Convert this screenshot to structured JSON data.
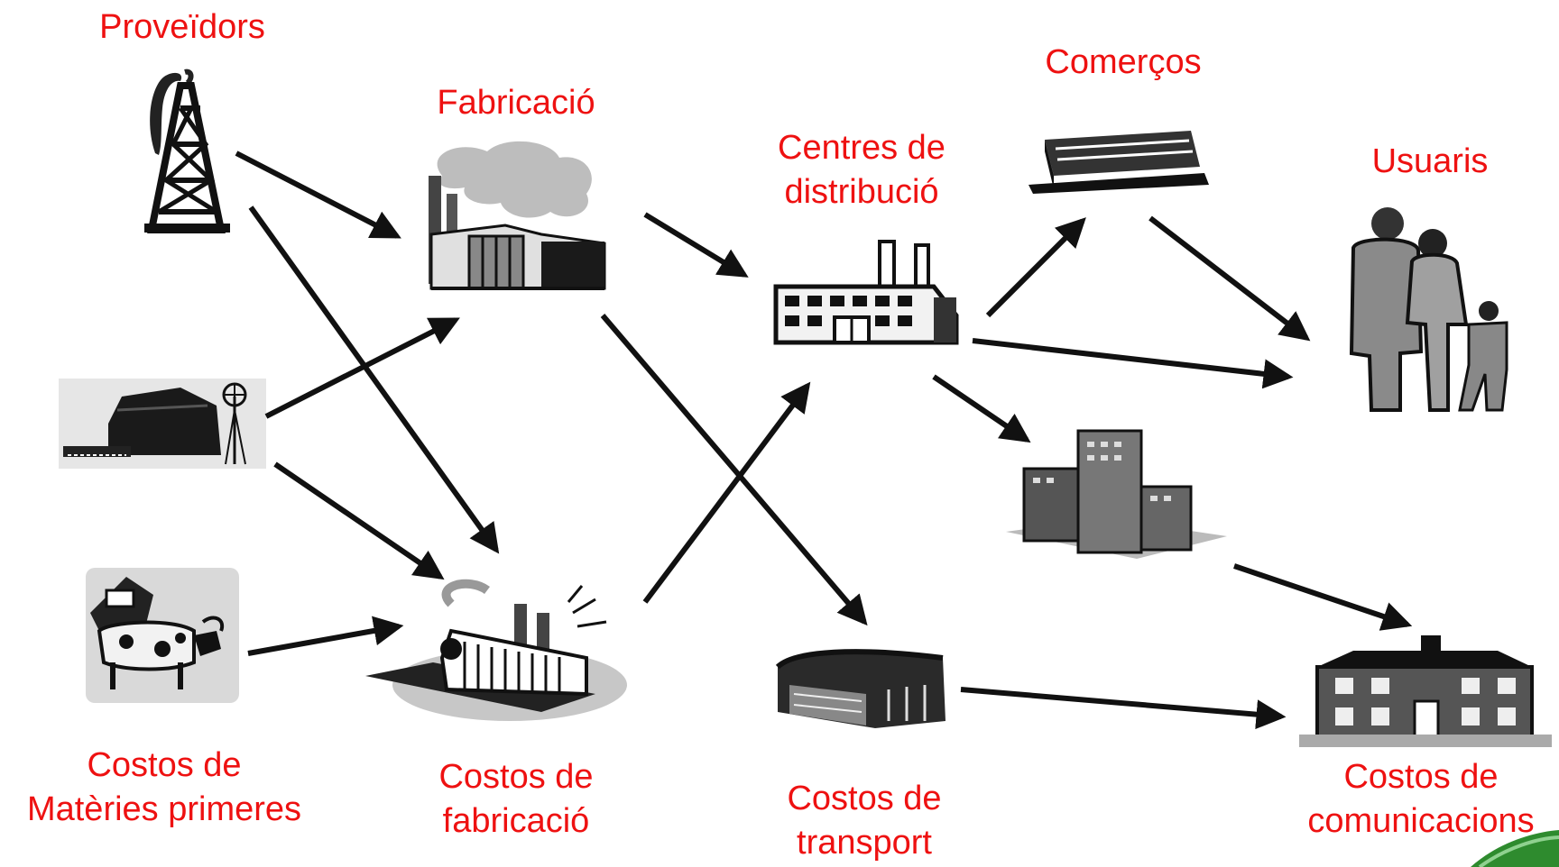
{
  "labels": {
    "proveidors": "Proveïdors",
    "fabricacio": "Fabricació",
    "centres": [
      "Centres de",
      "distribució"
    ],
    "comercos": "Comerços",
    "usuaris": "Usuaris",
    "costos_materies": [
      "Costos de",
      "Matèries primeres"
    ],
    "costos_fabricacio": [
      "Costos de",
      "fabricació"
    ],
    "costos_transport": [
      "Costos de",
      "transport"
    ],
    "costos_comunicacions": [
      "Costos de",
      "comunicacions"
    ]
  },
  "icons": [
    "oil-derrick-icon",
    "barn-farm-icon",
    "cow-icon",
    "factory-smoke-icon",
    "factory-costs-icon",
    "distribution-center-icon",
    "warehouse-icon",
    "store-building-icon",
    "city-buildings-icon",
    "family-users-icon",
    "house-communications-icon"
  ],
  "colors": {
    "label": "#ee1111",
    "arrow": "#111111",
    "swoosh": "#2e8b2e"
  }
}
